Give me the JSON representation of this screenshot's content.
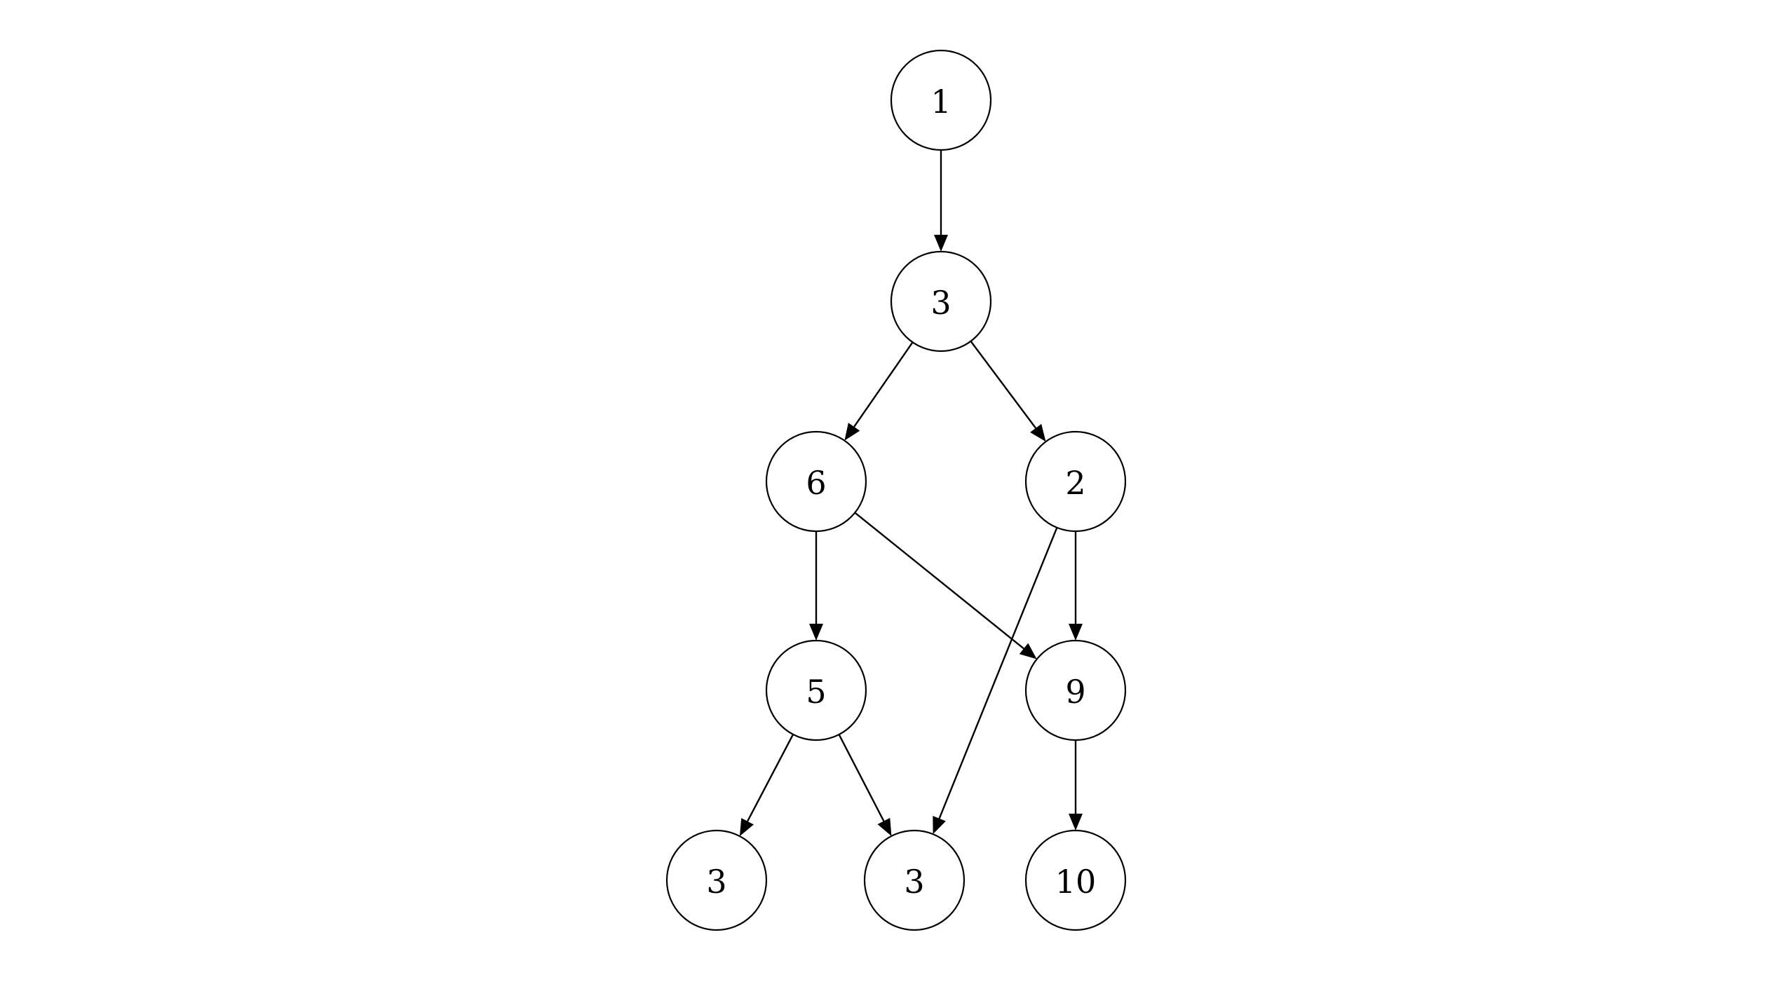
{
  "graph": {
    "nodes": [
      {
        "id": "n1",
        "label": "1"
      },
      {
        "id": "n2",
        "label": "3"
      },
      {
        "id": "n3",
        "label": "6"
      },
      {
        "id": "n4",
        "label": "2"
      },
      {
        "id": "n5",
        "label": "5"
      },
      {
        "id": "n6",
        "label": "9"
      },
      {
        "id": "n7",
        "label": "3"
      },
      {
        "id": "n8",
        "label": "3"
      },
      {
        "id": "n9",
        "label": "10"
      }
    ],
    "edges": [
      {
        "from": "n1",
        "to": "n2"
      },
      {
        "from": "n2",
        "to": "n3"
      },
      {
        "from": "n2",
        "to": "n4"
      },
      {
        "from": "n3",
        "to": "n5"
      },
      {
        "from": "n3",
        "to": "n6"
      },
      {
        "from": "n4",
        "to": "n6"
      },
      {
        "from": "n4",
        "to": "n8"
      },
      {
        "from": "n5",
        "to": "n7"
      },
      {
        "from": "n5",
        "to": "n8"
      },
      {
        "from": "n6",
        "to": "n9"
      }
    ],
    "colors": {
      "stroke": "#000000",
      "fill": "#ffffff"
    }
  }
}
